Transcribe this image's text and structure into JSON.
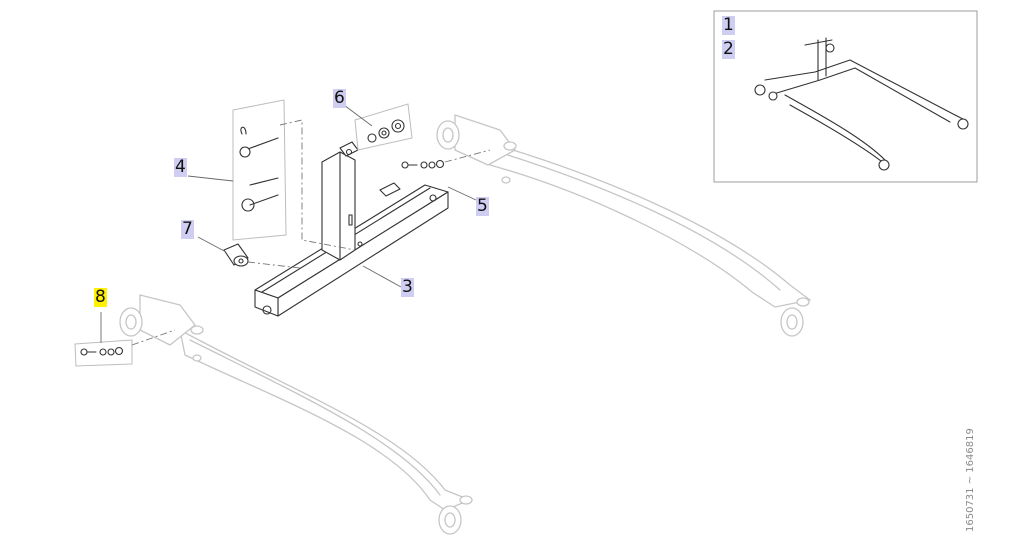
{
  "callouts": {
    "c1": "1",
    "c2": "2",
    "c3": "3",
    "c4": "4",
    "c5": "5",
    "c6": "6",
    "c7": "7",
    "c8": "8"
  },
  "figure_code": "1650731 ~ 1646819",
  "colors": {
    "callout_background": "#cfcdf1",
    "highlight_background": "#fff200",
    "line": "#333333",
    "ghost_line": "#c6c6c6"
  }
}
